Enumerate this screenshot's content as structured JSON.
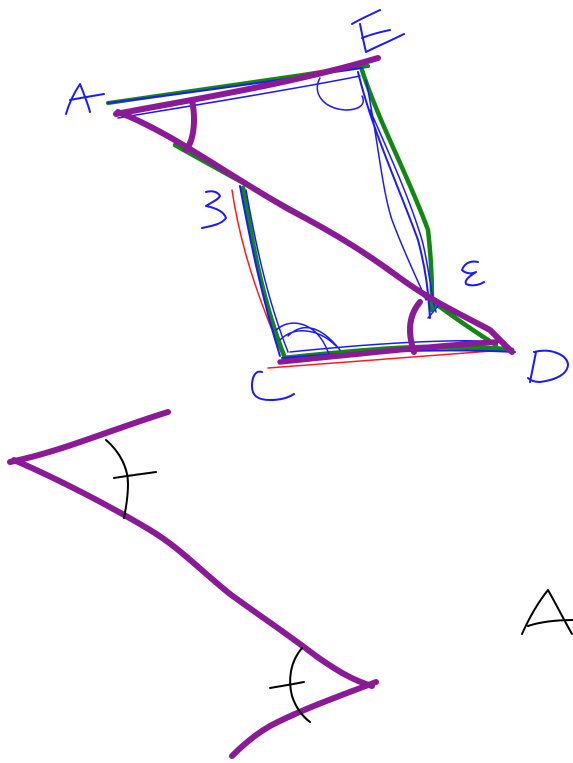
{
  "canvas": {
    "background": "#ffffff"
  },
  "ink_colors": {
    "blue": "#1a1aff",
    "green": "#118811",
    "red": "#ff1a1a",
    "purple": "#8b1a96",
    "black": "#000000"
  },
  "handwritten_labels": [
    "A",
    "E",
    "B",
    "E",
    "C",
    "D",
    "A"
  ]
}
